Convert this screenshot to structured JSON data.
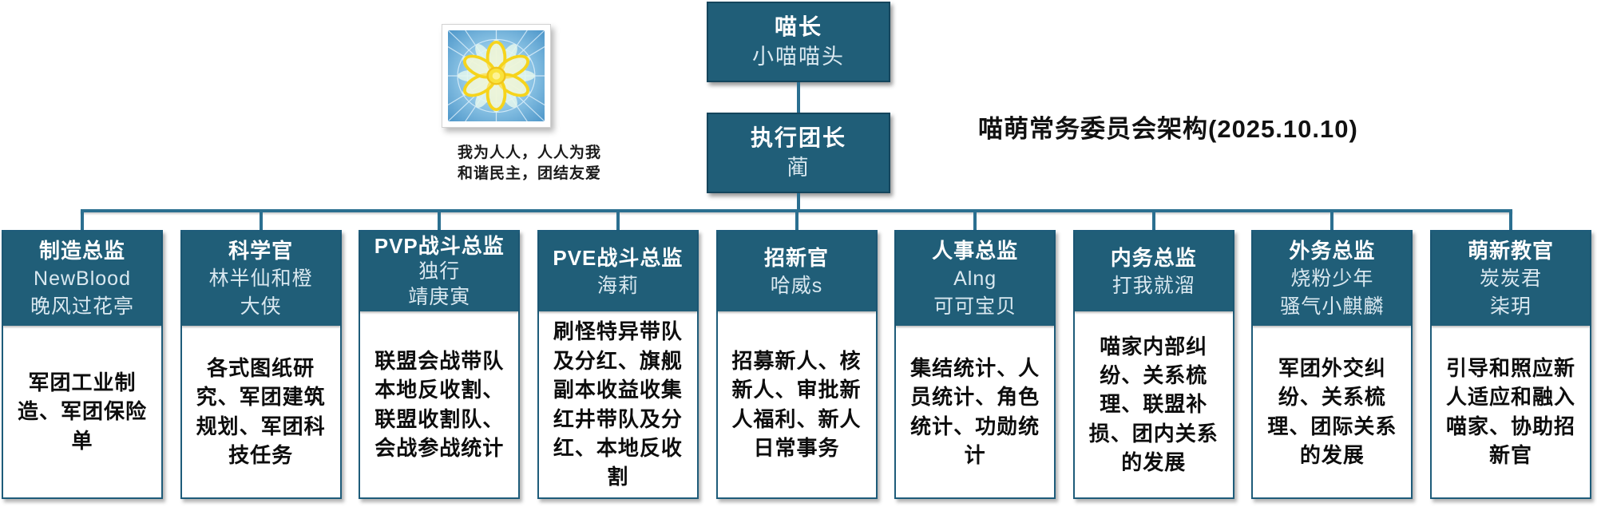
{
  "title": "喵萌常务委员会架构(2025.10.10)",
  "logo": {
    "icon": "kaleidoscope-flower-emblem",
    "motto_line1": "我为人人，人人为我",
    "motto_line2": "和谐民主，团结友爱"
  },
  "root": {
    "role": "喵长",
    "names": [
      "小喵喵头"
    ]
  },
  "executive": {
    "role": "执行团长",
    "names": [
      "蔺"
    ]
  },
  "departments": [
    {
      "role": "制造总监",
      "names": [
        "NewBlood",
        "晚风过花亭"
      ],
      "duties": "军团工业制造、军团保险单"
    },
    {
      "role": "科学官",
      "names": [
        "林半仙和橙",
        "大侠"
      ],
      "duties": "各式图纸研究、军团建筑规划、军团科技任务"
    },
    {
      "role": "PVP战斗总监",
      "names": [
        "独行",
        "靖庚寅"
      ],
      "duties": "联盟会战带队本地反收割、联盟收割队、会战参战统计",
      "compact_header": true
    },
    {
      "role": "PVE战斗总监",
      "names": [
        "海莉"
      ],
      "duties": "刷怪特异带队及分红、旗舰副本收益收集红井带队及分红、本地反收割"
    },
    {
      "role": "招新官",
      "names": [
        "哈威s"
      ],
      "duties": "招募新人、核新人、审批新人福利、新人日常事务"
    },
    {
      "role": "人事总监",
      "names": [
        "Alng",
        "可可宝贝"
      ],
      "duties": "集结统计、人员统计、角色统计、功勋统计"
    },
    {
      "role": "内务总监",
      "names": [
        "打我就溜"
      ],
      "duties": "喵家内部纠纷、关系梳理、联盟补损、团内关系的发展"
    },
    {
      "role": "外务总监",
      "names": [
        "烧粉少年",
        "骚气小麒麟"
      ],
      "duties": "军团外交纠纷、关系梳理、团际关系的发展"
    },
    {
      "role": "萌新教官",
      "names": [
        "炭炭君",
        "柒玥"
      ],
      "duties": "引导和照应新人适应和融入喵家、协助招新官"
    }
  ],
  "colors": {
    "header_teal": "#205E78",
    "teal_dark": "#14455C",
    "teal_border": "#1E5C7A",
    "connector": "#2B6F90",
    "name_text": "#D9E8F0"
  }
}
